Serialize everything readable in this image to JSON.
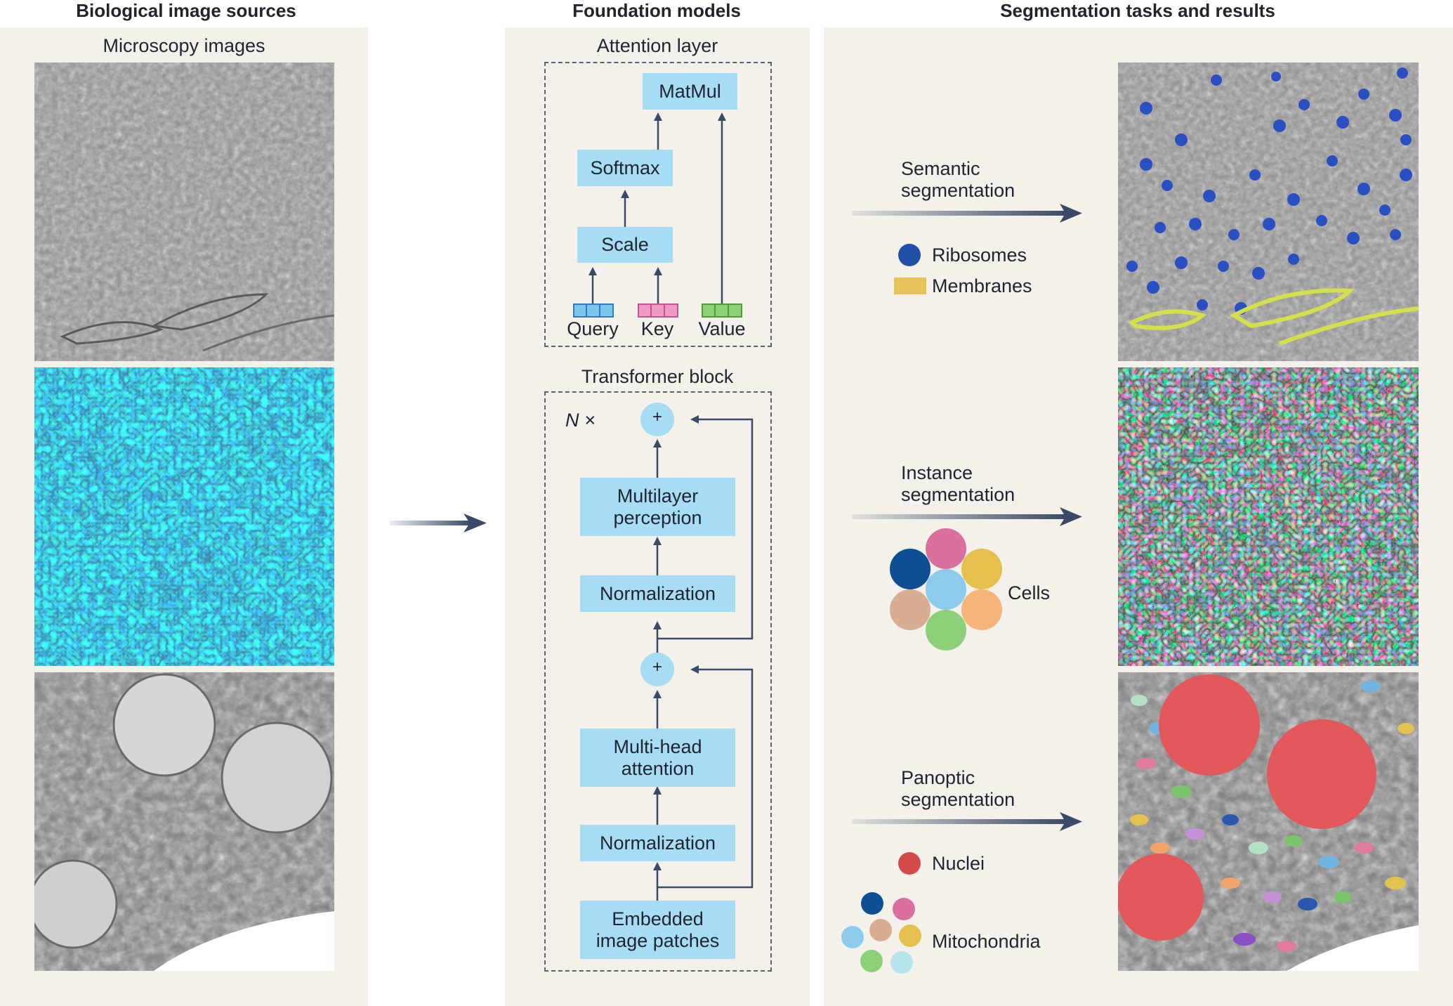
{
  "headers": {
    "sources": "Biological image sources",
    "models": "Foundation models",
    "tasks": "Segmentation tasks and results"
  },
  "left": {
    "title": "Microscopy images"
  },
  "attention": {
    "title": "Attention layer",
    "matmul": "MatMul",
    "softmax": "Softmax",
    "scale": "Scale",
    "query": "Query",
    "key": "Key",
    "value": "Value"
  },
  "transformer": {
    "title": "Transformer block",
    "repeat": "N ×",
    "plus": "+",
    "mlp_1": "Multilayer",
    "mlp_2": "perception",
    "norm": "Normalization",
    "mha_1": "Multi-head",
    "mha_2": "attention",
    "embed_1": "Embedded",
    "embed_2": "image patches"
  },
  "tasks": {
    "semantic_1": "Semantic",
    "semantic_2": "segmentation",
    "ribosomes": "Ribosomes",
    "membranes": "Membranes",
    "instance_1": "Instance",
    "instance_2": "segmentation",
    "cells": "Cells",
    "panoptic_1": "Panoptic",
    "panoptic_2": "segmentation",
    "nuclei": "Nuclei",
    "mitochondria": "Mitochondria"
  },
  "colors": {
    "panel": "#f4f1ea",
    "box": "#a6dcf4",
    "arrow": "#3a4a66",
    "ribosome": "#1f4fa8",
    "membrane": "#e6c45a",
    "nuclei": "#d44a4a"
  }
}
